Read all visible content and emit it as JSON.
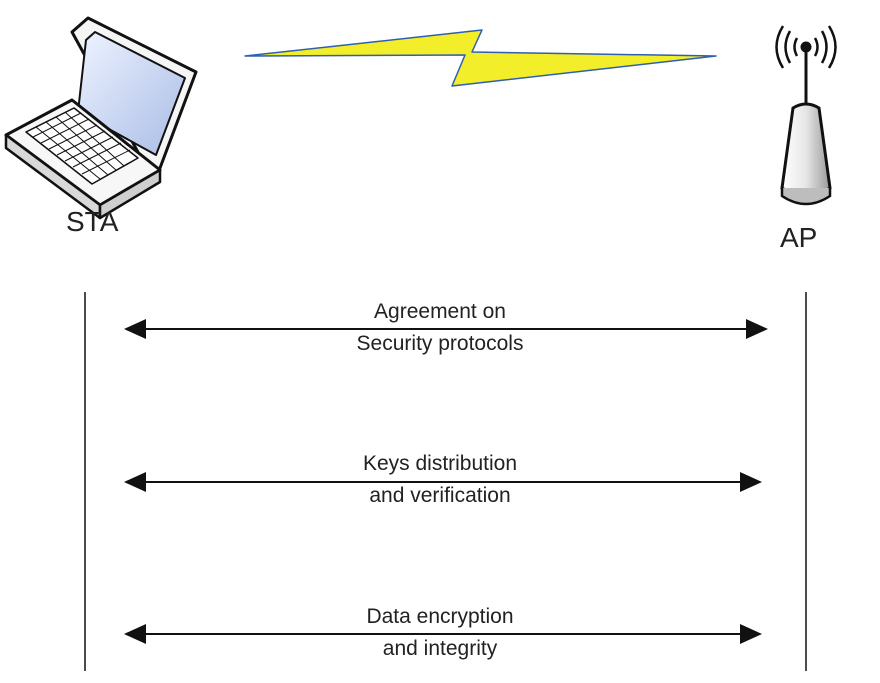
{
  "nodes": {
    "sta": {
      "label": "STA",
      "icon": "laptop-icon"
    },
    "ap": {
      "label": "AP",
      "icon": "wireless-access-point-icon"
    }
  },
  "link": {
    "icon": "lightning-bolt-icon",
    "fill": "#f2ee2a",
    "stroke": "#2f5fb0"
  },
  "messages": [
    {
      "line1": "Agreement on",
      "line2": "Security protocols",
      "direction": "bidirectional"
    },
    {
      "line1": "Keys distribution",
      "line2": "and verification",
      "direction": "bidirectional"
    },
    {
      "line1": "Data encryption",
      "line2": "and integrity",
      "direction": "bidirectional"
    }
  ],
  "colors": {
    "line": "#111111",
    "text": "#222222"
  }
}
